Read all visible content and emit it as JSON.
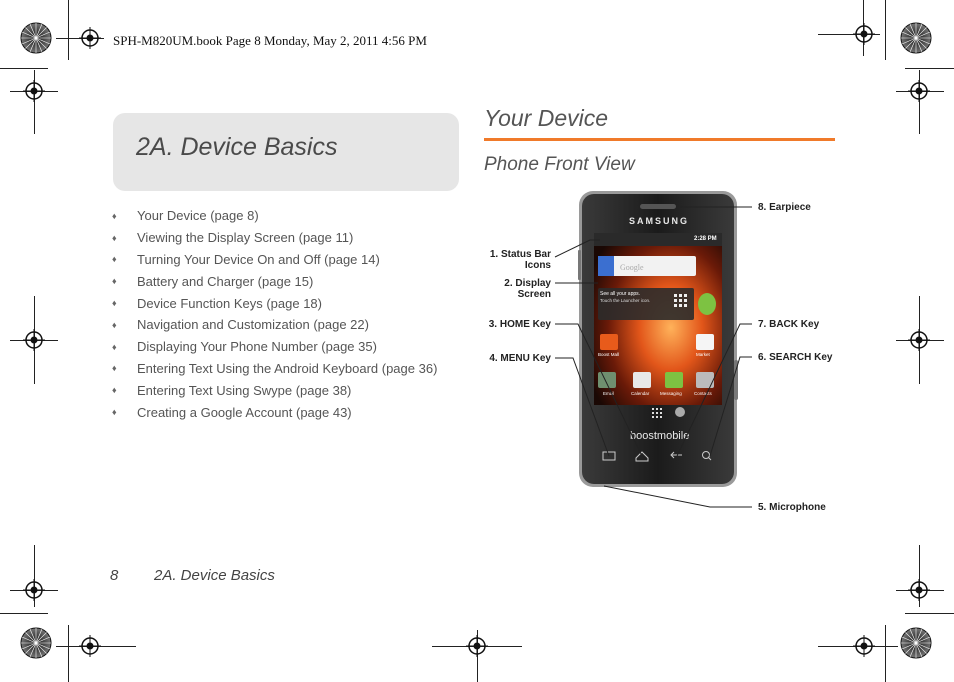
{
  "slug_line": "SPH-M820UM.book  Page 8  Monday, May 2, 2011  4:56 PM",
  "chapter": {
    "title": "2A.  Device Basics"
  },
  "toc": [
    "Your Device (page 8)",
    "Viewing the Display Screen (page 11)",
    "Turning Your Device On and Off (page 14)",
    "Battery and Charger (page 15)",
    "Device Function Keys (page 18)",
    "Navigation and Customization (page 22)",
    "Displaying Your Phone Number (page 35)",
    "Entering Text Using the Android Keyboard (page 36)",
    "Entering Text Using Swype (page 38)",
    "Creating a Google Account (page 43)"
  ],
  "toc_bullet": "♦",
  "section": {
    "title": "Your Device",
    "subtitle": "Phone Front View",
    "accent_color": "#f07a2a"
  },
  "phone": {
    "brand": "SAMSUNG",
    "carrier": "boostmobile",
    "status_time": "2:28 PM",
    "search_placeholder": "Google",
    "widget_line1": "See all your apps.",
    "widget_line2": "Touch the Launcher icon.",
    "apps_row1": [
      "Boost Mall",
      "Market"
    ],
    "apps_row2": [
      "Email",
      "Calendar",
      "Messaging",
      "Contacts"
    ]
  },
  "callouts": {
    "c1a": "1. Status Bar",
    "c1b": "Icons",
    "c2a": "2. Display",
    "c2b": "Screen",
    "c3": "3. HOME Key",
    "c4": "4. MENU Key",
    "c5": "5. Microphone",
    "c6": "6. SEARCH Key",
    "c7": "7. BACK Key",
    "c8": "8. Earpiece"
  },
  "footer": {
    "page_number": "8",
    "chapter_title": "2A. Device Basics"
  }
}
